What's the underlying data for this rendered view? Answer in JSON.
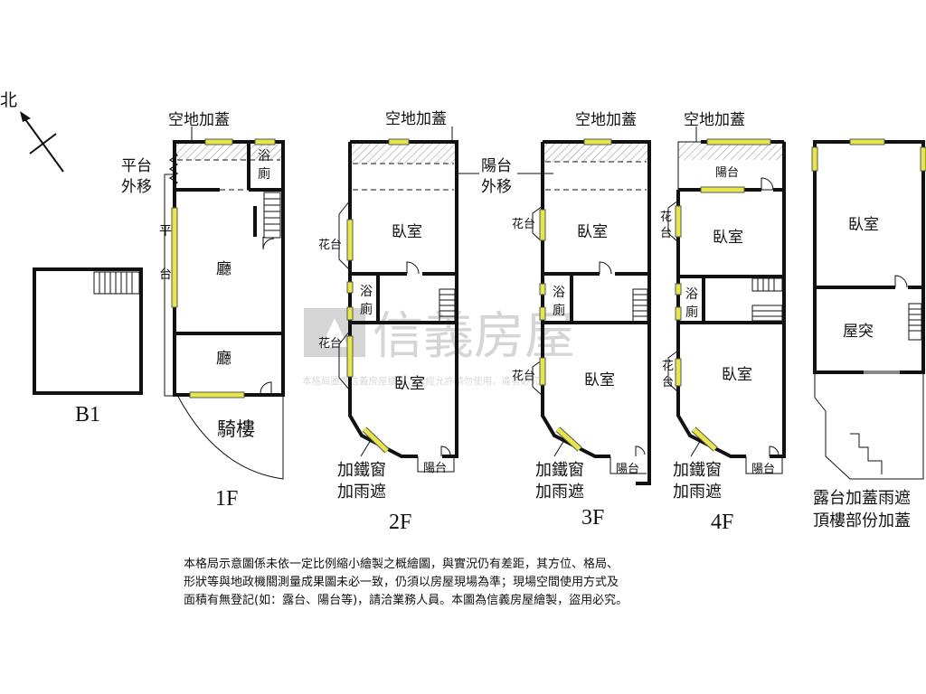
{
  "north_label": "北",
  "addition_label": "空地加蓋",
  "platform_shift": [
    "平台",
    "外移"
  ],
  "balcony_shift": [
    "陽台",
    "外移"
  ],
  "window_note": [
    "加鐵窗",
    "加雨遮"
  ],
  "roof_note": [
    "露台加蓋雨遮",
    "頂樓部份加蓋"
  ],
  "watermark": {
    "brand": "信義房屋",
    "fine_print": "本格局圖為信義房屋繪製，未經允許請勿使用，違者必究"
  },
  "floors": {
    "b1": {
      "label": "B1"
    },
    "f1": {
      "label": "1F",
      "rooms": {
        "bath": [
          "浴",
          "廁"
        ],
        "living": "廳",
        "living2": "廳",
        "platform": [
          "平",
          "台"
        ],
        "arcade": "騎樓"
      }
    },
    "f2": {
      "label": "2F",
      "rooms": {
        "bedroom": "臥室",
        "bedroom2": "臥室",
        "bath": [
          "浴",
          "廁"
        ],
        "planter": "花台",
        "planter2": "花台",
        "balcony": "陽台"
      }
    },
    "f3": {
      "label": "3F",
      "rooms": {
        "bedroom": "臥室",
        "bedroom2": "臥室",
        "bath": [
          "浴",
          "廁"
        ],
        "planter": "花台",
        "planter2": "花台",
        "balcony": "陽台"
      }
    },
    "f4": {
      "label": "4F",
      "rooms": {
        "bedroom": "臥室",
        "bedroom2": "臥室",
        "bath": [
          "浴",
          "廁"
        ],
        "planter": [
          "花",
          "台"
        ],
        "planter2": [
          "花",
          "台"
        ],
        "balcony": "陽台",
        "balcony_top": "陽台"
      }
    },
    "roof": {
      "rooms": {
        "bedroom": "臥室",
        "stair_house": "屋突"
      }
    }
  },
  "disclaimer": [
    "本格局示意圖係未依一定比例縮小繪製之概繪圖，與實況仍有差距，其方位、格局、",
    "形狀等與地政機關測量成果圖未必一致，仍須以房屋現場為準；現場空間使用方式及",
    "面積有無登記(如：露台、陽台等)，請洽業務人員。本圖為信義房屋繪製，盜用必究。"
  ]
}
